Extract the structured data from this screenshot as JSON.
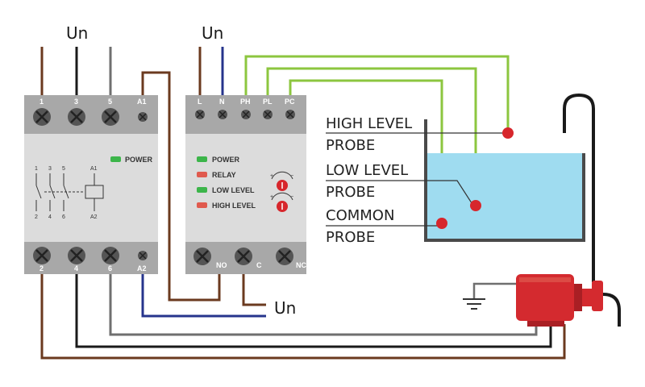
{
  "colors": {
    "wire_brown": "#6b3a1f",
    "wire_black": "#1a1a1a",
    "wire_gray": "#6f6f6f",
    "wire_blue": "#26348c",
    "wire_green": "#8cc63f",
    "module_body": "#dcdcdc",
    "module_dark": "#a8a8a8",
    "led_green": "#3cb54a",
    "led_red": "#e05a4e",
    "probe_red": "#d7262c",
    "water": "#9fdcf0",
    "motor_red": "#d42a2f"
  },
  "supply_labels": {
    "contactor_top": "Un",
    "relay_top": "Un",
    "relay_bottom": "Un"
  },
  "contactor": {
    "top_terminals": [
      "1",
      "3",
      "5",
      "A1"
    ],
    "bottom_terminals": [
      "2",
      "4",
      "6",
      "A2"
    ],
    "power_label": "POWER",
    "schematic_top": [
      "1",
      "3",
      "5",
      "A1"
    ],
    "schematic_bottom": [
      "2",
      "4",
      "6",
      "A2"
    ]
  },
  "relay": {
    "top_terminals": [
      "L",
      "N",
      "PH",
      "PL",
      "PC"
    ],
    "bottom_terminals": [
      "NO",
      "C",
      "NC"
    ],
    "leds": [
      {
        "label": "POWER",
        "color": "green"
      },
      {
        "label": "RELAY",
        "color": "red"
      },
      {
        "label": "LOW LEVEL",
        "color": "green"
      },
      {
        "label": "HIGH LEVEL",
        "color": "red"
      }
    ]
  },
  "probes": {
    "high_line1": "HIGH LEVEL",
    "high_line2": "PROBE",
    "low_line1": "LOW LEVEL",
    "low_line2": "PROBE",
    "common_line1": "COMMON",
    "common_line2": "PROBE"
  },
  "icons": [
    "ground-icon",
    "pump-motor-icon",
    "adjust-knob-icon"
  ]
}
